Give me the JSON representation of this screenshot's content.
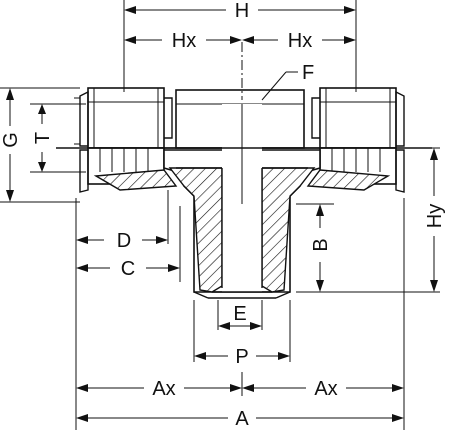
{
  "labels": {
    "H": "H",
    "Hx_left": "Hx",
    "Hx_right": "Hx",
    "F": "F",
    "G": "G",
    "T": "T",
    "Hy": "Hy",
    "D": "D",
    "C": "C",
    "B": "B",
    "E": "E",
    "P": "P",
    "Ax_left": "Ax",
    "Ax_right": "Ax",
    "A": "A"
  }
}
